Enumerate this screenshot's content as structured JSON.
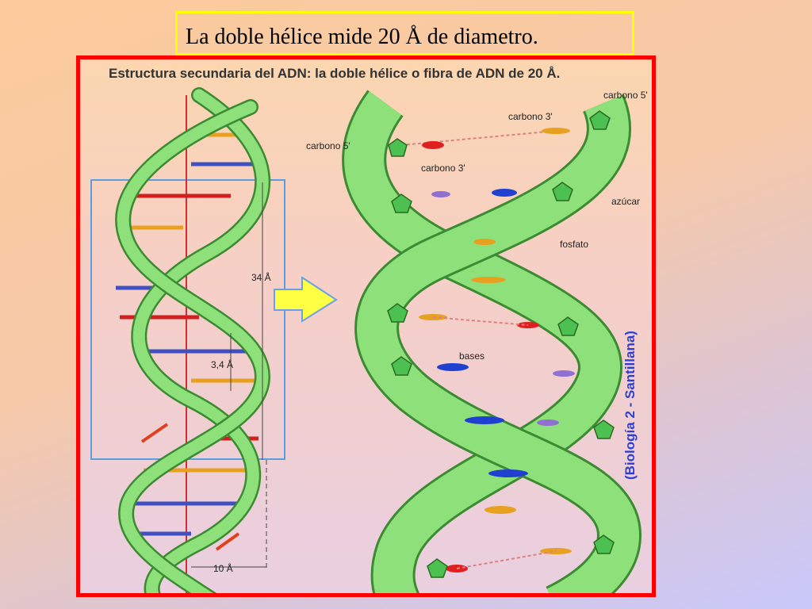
{
  "slide": {
    "title": "La doble hélice mide 20 Å de diametro."
  },
  "figure": {
    "heading": "Estructura secundaria del ADN: la doble hélice o fibra de ADN de 20 Å.",
    "labels": {
      "carbono5_top": "carbono 5'",
      "carbono3_top": "carbono 3'",
      "carbono5_left": "carbono 5'",
      "carbono3_left": "carbono 3'",
      "azucar": "azúcar",
      "fosfato": "fosfato",
      "bases": "bases",
      "pitch": "34 Å",
      "rise": "3,4 Å",
      "width": "10 Å"
    },
    "source": "(Biología 2 - Santillana)"
  },
  "colors": {
    "helix": "#8ee07a",
    "helix_edge": "#3c8a32",
    "frame": "#ff0000",
    "title_border": "#ffff00",
    "source_text": "#2b3ed8",
    "arrow": "#ffff44"
  }
}
